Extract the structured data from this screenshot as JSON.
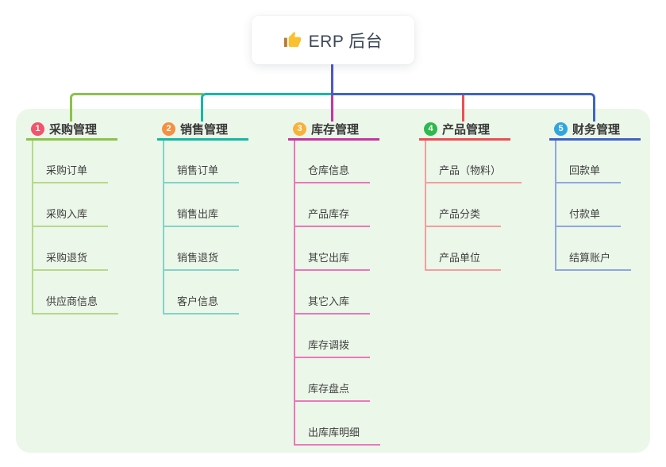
{
  "root": {
    "label": "ERP 后台",
    "icon": "thumbs-up-icon"
  },
  "colors": {
    "panel_bg": "#ebf7e8",
    "root_link": "#4b55d3",
    "root_text": "#3a4554",
    "node_text": "#3f3f3f",
    "root_bg": "#ffffff"
  },
  "branches": [
    {
      "badge": "1",
      "badge_color": "#f3536c",
      "line_color": "#8bc34a",
      "child_line_color": "#b5d98b",
      "label": "采购管理",
      "children": [
        "采购订单",
        "采购入库",
        "采购退货",
        "供应商信息"
      ]
    },
    {
      "badge": "2",
      "badge_color": "#f78f42",
      "line_color": "#14b8a8",
      "child_line_color": "#82d3ca",
      "label": "销售管理",
      "children": [
        "销售订单",
        "销售出库",
        "销售退货",
        "客户信息"
      ]
    },
    {
      "badge": "3",
      "badge_color": "#f8b13a",
      "line_color": "#c635a0",
      "child_line_color": "#ea77bc",
      "label": "库存管理",
      "children": [
        "仓库信息",
        "产品库存",
        "其它出库",
        "其它入库",
        "库存调拨",
        "库存盘点",
        "出库库明细"
      ]
    },
    {
      "badge": "4",
      "badge_color": "#2eb84e",
      "line_color": "#ef4d55",
      "child_line_color": "#f59da0",
      "label": "产品管理",
      "children": [
        "产品（物料）",
        "产品分类",
        "产品单位"
      ]
    },
    {
      "badge": "5",
      "badge_color": "#30a6de",
      "line_color": "#3e63c9",
      "child_line_color": "#8fa7e1",
      "label": "财务管理",
      "children": [
        "回款单",
        "付款单",
        "结算账户"
      ]
    }
  ]
}
